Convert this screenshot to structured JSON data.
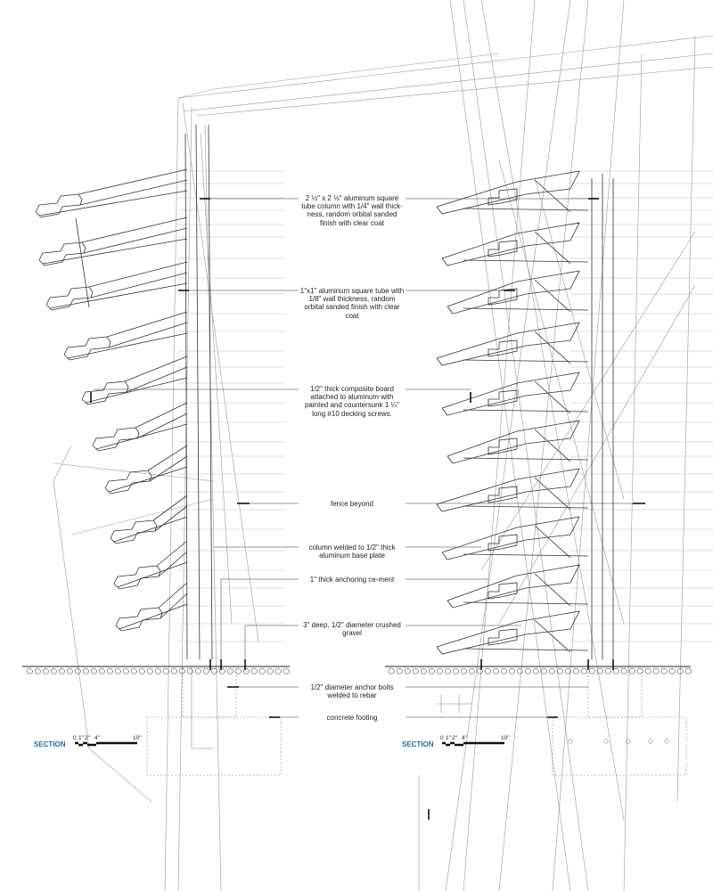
{
  "annotations": [
    {
      "id": "column",
      "text": "2 ½\" x 2 ½\" aluminum square tube column with 1/4\" wall thick-ness, random orbital sanded finish with clear coat"
    },
    {
      "id": "tube",
      "text": "1\"x1\" aluminum square tube with 1/8\" wall thickness, random orbital sanded finish with clear coat"
    },
    {
      "id": "board",
      "text": "1/2\" thick composite board attached to aluminum with painted and countersunk 1 ¼\" long #10 decking screws."
    },
    {
      "id": "fence",
      "text": "fence beyond"
    },
    {
      "id": "baseplate",
      "text": "column welded to 1/2\" thick aluminum base plate"
    },
    {
      "id": "cement",
      "text": "1\" thick anchoring ce-ment"
    },
    {
      "id": "gravel",
      "text": "3\" deep, 1/2\" diameter crushed gravel"
    },
    {
      "id": "bolts",
      "text": "1/2\" diameter anchor bolts welded to rebar"
    },
    {
      "id": "footing",
      "text": "concrete footing"
    }
  ],
  "sections": [
    {
      "label": "SECTION",
      "ticks": [
        "0",
        "1\"",
        "2\"",
        "4\"",
        "10\""
      ]
    },
    {
      "label": "SECTION",
      "ticks": [
        "0",
        "1\"",
        "2\"",
        "4\"",
        "10\""
      ]
    }
  ],
  "colors": {
    "line": "#222222",
    "faint": "#8a8a8a",
    "accent": "#1e6fa8"
  }
}
